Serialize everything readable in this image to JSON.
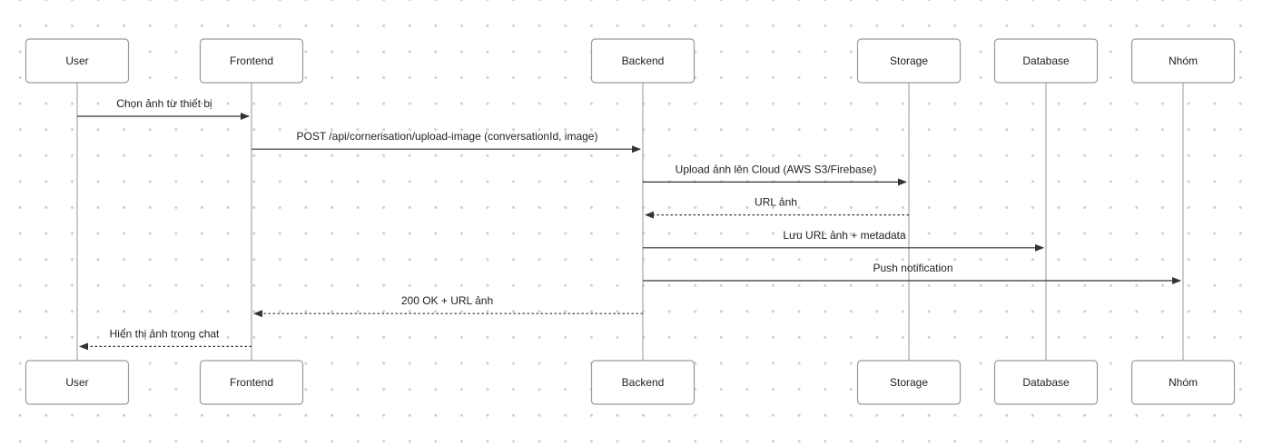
{
  "actors": [
    {
      "id": "user",
      "label": "User"
    },
    {
      "id": "frontend",
      "label": "Frontend"
    },
    {
      "id": "backend",
      "label": "Backend"
    },
    {
      "id": "storage",
      "label": "Storage"
    },
    {
      "id": "database",
      "label": "Database"
    },
    {
      "id": "nhom",
      "label": "Nhóm"
    }
  ],
  "messages": [
    {
      "from": "user",
      "to": "frontend",
      "label": "Chọn ảnh từ thiết bị",
      "style": "solid"
    },
    {
      "from": "frontend",
      "to": "backend",
      "label": "POST /api/cornerisation/upload-image (conversationId, image)",
      "style": "solid"
    },
    {
      "from": "backend",
      "to": "storage",
      "label": "Upload ảnh lên Cloud (AWS S3/Firebase)",
      "style": "solid"
    },
    {
      "from": "storage",
      "to": "backend",
      "label": "URL ảnh",
      "style": "dashed"
    },
    {
      "from": "backend",
      "to": "database",
      "label": "Lưu URL ảnh + metadata",
      "style": "solid"
    },
    {
      "from": "backend",
      "to": "nhom",
      "label": "Push notification",
      "style": "solid"
    },
    {
      "from": "backend",
      "to": "frontend",
      "label": "200 OK + URL ảnh",
      "style": "dashed"
    },
    {
      "from": "frontend",
      "to": "user",
      "label": "Hiển thị ảnh trong chat",
      "style": "dashed"
    }
  ]
}
